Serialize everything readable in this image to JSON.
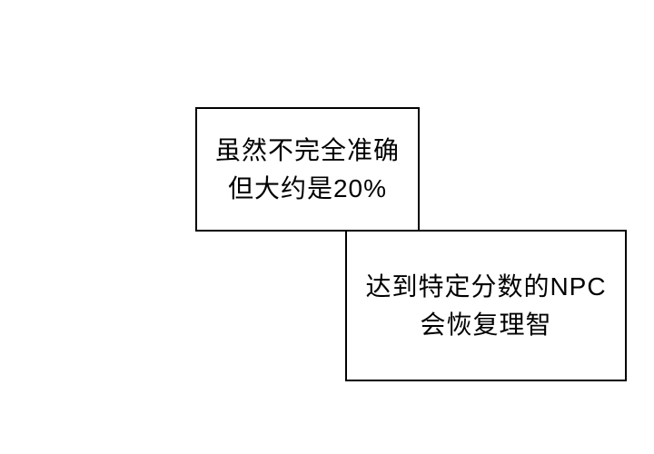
{
  "page": {
    "background_color": "#ffffff",
    "border_color": "#000000",
    "text_color": "#000000"
  },
  "speech_boxes": [
    {
      "lines": [
        "虽然不完全准确",
        "但大约是20%"
      ]
    },
    {
      "lines": [
        "达到特定分数的NPC",
        "会恢复理智"
      ]
    }
  ]
}
